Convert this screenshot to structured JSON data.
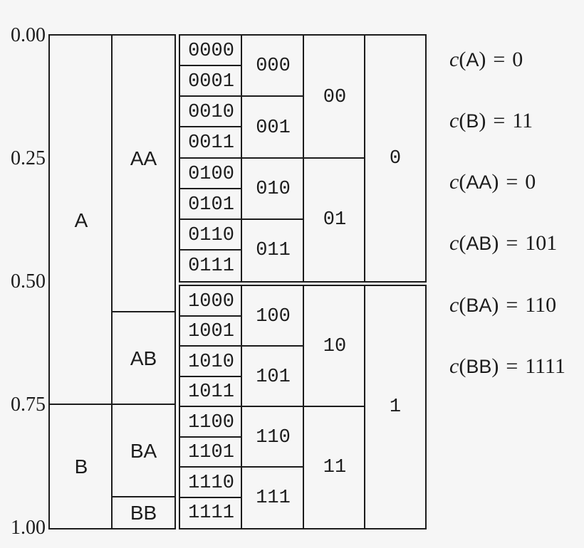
{
  "colors": {
    "background": "#f6f6f6",
    "line": "#1c1c1c",
    "text": "#1c1c1c"
  },
  "axis": {
    "ticks": [
      {
        "label": "0.00",
        "value": 0.0
      },
      {
        "label": "0.25",
        "value": 0.25
      },
      {
        "label": "0.50",
        "value": 0.5
      },
      {
        "label": "0.75",
        "value": 0.75
      },
      {
        "label": "1.00",
        "value": 1.0
      }
    ]
  },
  "intervals": {
    "symbol_columns": [
      {
        "name": "symbol-column-depth1",
        "cells": [
          {
            "label": "A",
            "from": 0.0,
            "to": 0.75
          },
          {
            "label": "B",
            "from": 0.75,
            "to": 1.0
          }
        ]
      },
      {
        "name": "symbol-column-depth2",
        "cells": [
          {
            "label": "AA",
            "from": 0.0,
            "to": 0.5625,
            "label_at": 0.25
          },
          {
            "label": "AB",
            "from": 0.5625,
            "to": 0.75
          },
          {
            "label": "BA",
            "from": 0.75,
            "to": 0.9375
          },
          {
            "label": "BB",
            "from": 0.9375,
            "to": 1.0
          }
        ]
      }
    ],
    "code_blocks": [
      {
        "name": "code-block-0",
        "from": 0.0,
        "to": 0.5,
        "columns": [
          {
            "name": "codes-4bit-upper",
            "cells": [
              {
                "label": "0000",
                "from": 0.0,
                "to": 0.0625
              },
              {
                "label": "0001",
                "from": 0.0625,
                "to": 0.125
              },
              {
                "label": "0010",
                "from": 0.125,
                "to": 0.1875
              },
              {
                "label": "0011",
                "from": 0.1875,
                "to": 0.25
              },
              {
                "label": "0100",
                "from": 0.25,
                "to": 0.3125
              },
              {
                "label": "0101",
                "from": 0.3125,
                "to": 0.375
              },
              {
                "label": "0110",
                "from": 0.375,
                "to": 0.4375
              },
              {
                "label": "0111",
                "from": 0.4375,
                "to": 0.5
              }
            ]
          },
          {
            "name": "codes-3bit-upper",
            "cells": [
              {
                "label": "000",
                "from": 0.0,
                "to": 0.125
              },
              {
                "label": "001",
                "from": 0.125,
                "to": 0.25
              },
              {
                "label": "010",
                "from": 0.25,
                "to": 0.375
              },
              {
                "label": "011",
                "from": 0.375,
                "to": 0.5
              }
            ]
          },
          {
            "name": "codes-2bit-upper",
            "cells": [
              {
                "label": "00",
                "from": 0.0,
                "to": 0.25
              },
              {
                "label": "01",
                "from": 0.25,
                "to": 0.5
              }
            ]
          },
          {
            "name": "codes-1bit-upper",
            "cells": [
              {
                "label": "0",
                "from": 0.0,
                "to": 0.5
              }
            ]
          }
        ]
      },
      {
        "name": "code-block-1",
        "from": 0.5,
        "to": 1.0,
        "columns": [
          {
            "name": "codes-4bit-lower",
            "cells": [
              {
                "label": "1000",
                "from": 0.5,
                "to": 0.5625
              },
              {
                "label": "1001",
                "from": 0.5625,
                "to": 0.625
              },
              {
                "label": "1010",
                "from": 0.625,
                "to": 0.6875
              },
              {
                "label": "1011",
                "from": 0.6875,
                "to": 0.75
              },
              {
                "label": "1100",
                "from": 0.75,
                "to": 0.8125
              },
              {
                "label": "1101",
                "from": 0.8125,
                "to": 0.875
              },
              {
                "label": "1110",
                "from": 0.875,
                "to": 0.9375
              },
              {
                "label": "1111",
                "from": 0.9375,
                "to": 1.0
              }
            ]
          },
          {
            "name": "codes-3bit-lower",
            "cells": [
              {
                "label": "100",
                "from": 0.5,
                "to": 0.625
              },
              {
                "label": "101",
                "from": 0.625,
                "to": 0.75
              },
              {
                "label": "110",
                "from": 0.75,
                "to": 0.875
              },
              {
                "label": "111",
                "from": 0.875,
                "to": 1.0
              }
            ]
          },
          {
            "name": "codes-2bit-lower",
            "cells": [
              {
                "label": "10",
                "from": 0.5,
                "to": 0.75
              },
              {
                "label": "11",
                "from": 0.75,
                "to": 1.0
              }
            ]
          },
          {
            "name": "codes-1bit-lower",
            "cells": [
              {
                "label": "1",
                "from": 0.5,
                "to": 1.0
              }
            ]
          }
        ]
      }
    ]
  },
  "notation": {
    "func": "c",
    "open": "(",
    "close": ")",
    "equals": "="
  },
  "codes": [
    {
      "symbol": "A",
      "code": "0"
    },
    {
      "symbol": "B",
      "code": "11"
    },
    {
      "symbol": "AA",
      "code": "0"
    },
    {
      "symbol": "AB",
      "code": "101"
    },
    {
      "symbol": "BA",
      "code": "110"
    },
    {
      "symbol": "BB",
      "code": "1111"
    }
  ]
}
